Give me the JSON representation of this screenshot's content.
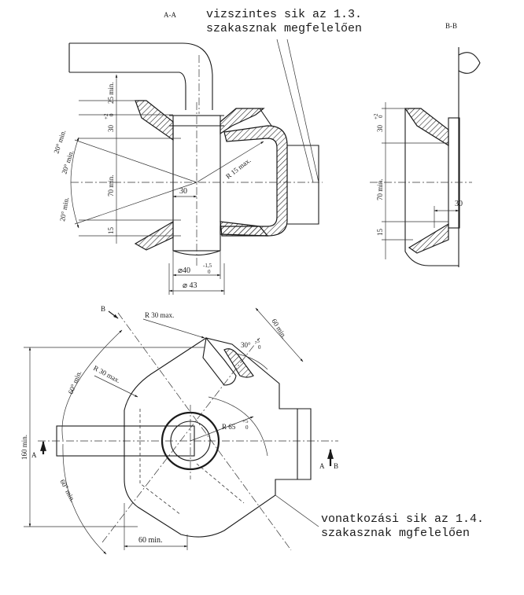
{
  "views": {
    "section_aa": "A-A",
    "section_bb": "B-B"
  },
  "notes": {
    "top_line1": "vizszintes sik az 1.3.",
    "top_line2": "szakasznak megfelelően",
    "bottom_line1": "vonatkozási sik az 1.4.",
    "bottom_line2": "szakasznak mgfelelően"
  },
  "dims_aa": {
    "d25": "25 min.",
    "d30": "30",
    "d30_tol": "+2",
    "d30_tol2": "0",
    "d70": "70 min.",
    "d15": "15",
    "d30h": "30",
    "ang_top": "20° min.",
    "ang_bot": "20° min.",
    "ang_top2": "20° min.",
    "r15": "R 15 max.",
    "dia40": "⌀40",
    "dia40_tol": "-1,5",
    "dia40_tol2": "0",
    "dia43": "⌀ 43"
  },
  "dims_bb": {
    "d30": "30",
    "d30_tol": "+2",
    "d30_tol2": "0",
    "d70": "70 min.",
    "d15": "15",
    "d30h": "30"
  },
  "dims_plan": {
    "r30a": "R 30 max.",
    "r30b": "R 30 max.",
    "d60a": "60 min.",
    "ang30": "30°",
    "ang30_tol": "-5",
    "ang30_tol2": "0",
    "ang60a": "60° min.",
    "ang60b": "60° min.",
    "r65": "R 65",
    "r65_tol": "+5",
    "r65_tol2": "0",
    "d160": "160 min.",
    "d60b": "60 min.",
    "cut_a": "A",
    "cut_a2": "A",
    "cut_b": "B",
    "cut_b2": "B"
  }
}
